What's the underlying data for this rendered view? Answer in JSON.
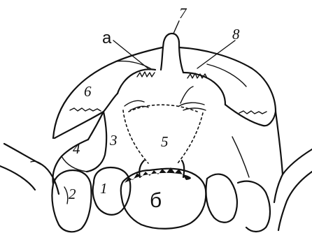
{
  "labels": {
    "a": "а",
    "b": "б",
    "n1": "1",
    "n2": "2",
    "n3": "3",
    "n4": "4",
    "n5": "5",
    "n6": "6",
    "n7": "7",
    "n8": "8"
  }
}
